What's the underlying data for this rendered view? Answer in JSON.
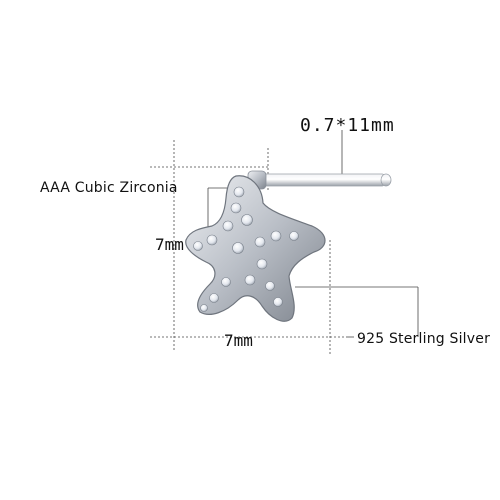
{
  "product": {
    "name": "starfish stud earring",
    "metal_color": "#c9ccd2",
    "stone_color": "#f4f6fa"
  },
  "labels": {
    "stone": "AAA Cubic Zirconia",
    "metal": "925 Sterling Silver",
    "pin": "0.7*11mm",
    "size_a": "7mm",
    "size_b": "7mm"
  },
  "guides": {
    "color": "#4a4a4a",
    "style": "dashed"
  }
}
